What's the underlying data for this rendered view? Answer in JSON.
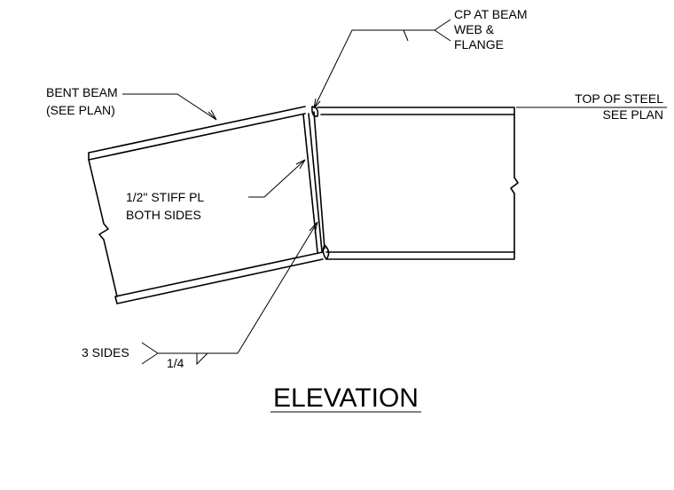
{
  "title": "ELEVATION",
  "labels": {
    "cp_weld": [
      "CP AT BEAM",
      "WEB &",
      "FLANGE"
    ],
    "bent_beam": [
      "BENT BEAM",
      "(SEE PLAN)"
    ],
    "top_of_steel": [
      "TOP OF STEEL",
      "SEE PLAN"
    ],
    "stiffener": [
      "1/2\" STIFF PL",
      "BOTH SIDES"
    ],
    "weld_sides": "3 SIDES",
    "weld_size": "1/4"
  }
}
